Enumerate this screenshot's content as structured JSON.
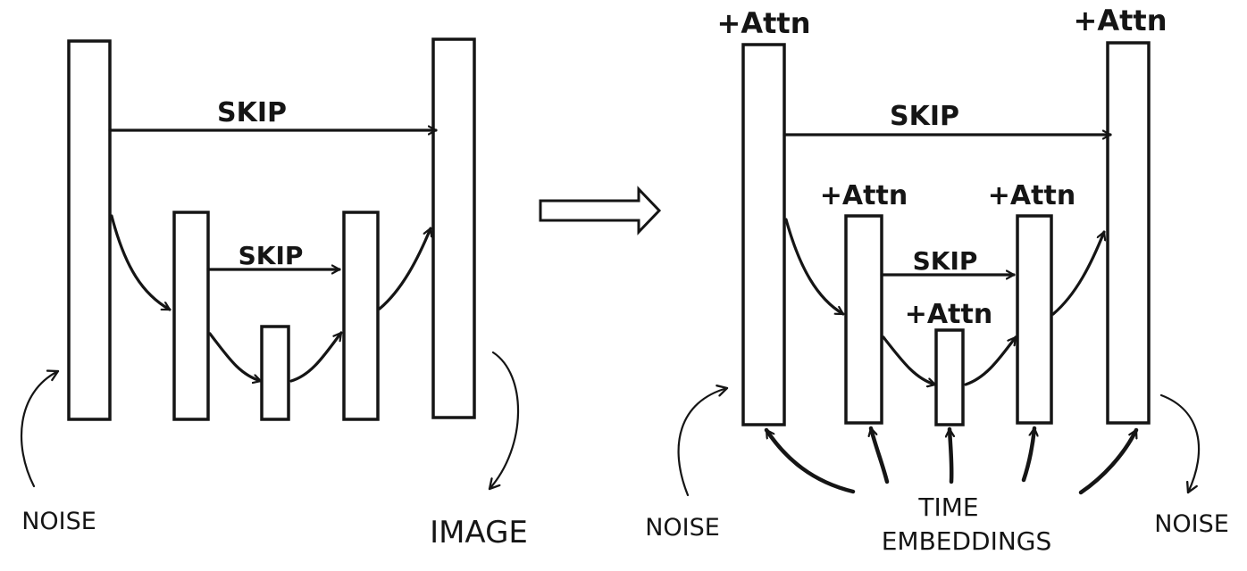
{
  "left_diagram": {
    "skip_top": "SKIP",
    "skip_inner": "SKIP",
    "input_label": "NOISE",
    "output_label": "IMAGE"
  },
  "right_diagram": {
    "attn_outer_left": "+Attn",
    "attn_outer_right": "+Attn",
    "attn_mid_left": "+Attn",
    "attn_mid_right": "+Attn",
    "attn_bottom": "+Attn",
    "skip_top": "SKIP",
    "skip_inner": "SKIP",
    "input_label": "NOISE",
    "time_label_line1": "TIME",
    "time_label_line2": "EMBEDDINGS",
    "output_label": "NOISE"
  }
}
